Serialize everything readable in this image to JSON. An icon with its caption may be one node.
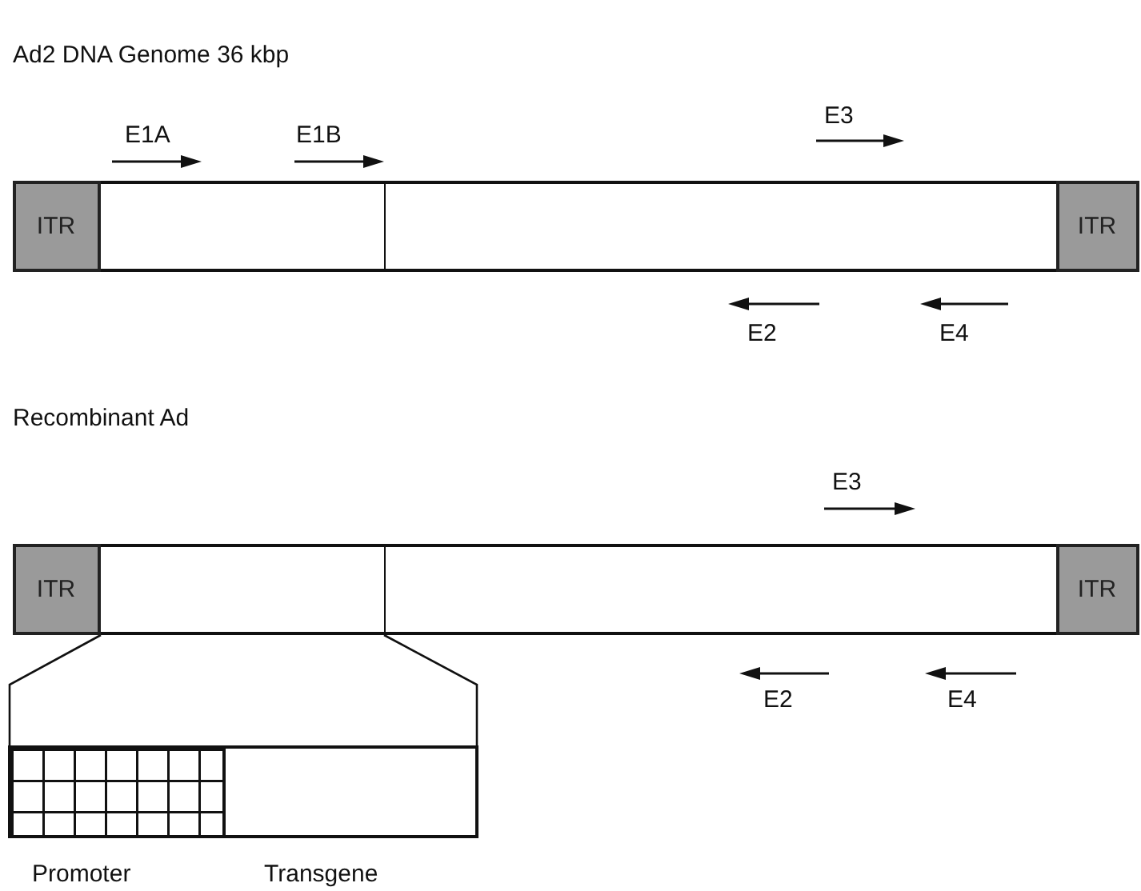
{
  "diagram": {
    "title": "Ad2 DNA Genome 36 kbp",
    "nodes": [
      {
        "text": [],
        "shape": "bar"
      },
      {
        "text": [
          "ITR"
        ],
        "in": 0
      },
      {
        "text": [
          "ITR"
        ],
        "in": 0
      },
      {
        "text": [],
        "shape": "bar"
      },
      {
        "text": [
          "ITR"
        ],
        "in": 3
      },
      {
        "text": [
          "ITR"
        ],
        "in": 3
      },
      {
        "text": [],
        "shape": "box",
        "beside": [
          "Promoter"
        ]
      },
      {
        "text": [],
        "shape": "box",
        "beside": [
          "Transgene"
        ]
      }
    ],
    "edges": [
      {
        "from": 3,
        "to": 6,
        "arrow": "none"
      },
      {
        "from": 3,
        "to": 7,
        "arrow": "none"
      }
    ],
    "labels": [
      "E3",
      "E1A",
      "E1B",
      "E2",
      "E4",
      "Recombinant Ad",
      "E3",
      "E2",
      "E4"
    ]
  }
}
